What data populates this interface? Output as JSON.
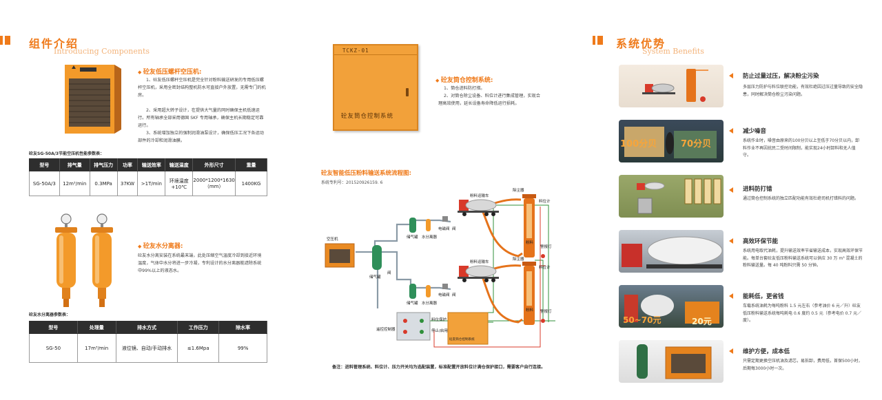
{
  "left": {
    "title": "组件介绍",
    "subtitle": "Introducing Components",
    "compressor": {
      "heading": "砼友低压螺杆空压机:",
      "paragraphs": [
        "1、砼友低压螺杆空压机是完全针对粉料输送研发的专用低压螺杆空压机，采用全密封结构整机防水可直接户外放置，无需专门的机房。",
        "2、采用超大转子设计，在提供大气量的同时确保主机低速运行。所有轴承全部采用德国 SKF 专用轴承，确保主机长期稳定可靠运行。",
        "3、系统增加独立的强制润滑油泵设计，确保低压工况下各运动部件的冷却和润滑油膜。"
      ],
      "table_caption": "砼友SG-50A/3节能空压机性能参数表：",
      "table_headers": [
        "型号",
        "排气量",
        "排气压力",
        "功率",
        "输送效率",
        "输送温度",
        "外形尺寸",
        "重量"
      ],
      "table_row": [
        "SG-50A/3",
        "12m³/min",
        "0.3MPa",
        "37KW",
        ">1T/min",
        "环境温度+10℃",
        "2000*1200*1630（mm）",
        "1400KG"
      ]
    },
    "separator": {
      "heading": "砼友水分离器:",
      "paragraphs": [
        "砼友水分离安装在系统最末端，此处压缩空气温度冷却到接近环境温度，气体中水分将进一步冷凝，专利设计的水分离器能滤除系统中99%以上的液态水。"
      ],
      "table_caption": "砼友水分离器参数表：",
      "table_headers": [
        "型号",
        "处理量",
        "排水方式",
        "工作压力",
        "除水率"
      ],
      "table_row": [
        "SG-50",
        "17m³/min",
        "液位镜、自动/手动排水",
        "≤1.6Mpa",
        "99%"
      ]
    }
  },
  "middle": {
    "panel_code": "TCKZ-01",
    "panel_label": "砼友筒仓控制系统",
    "silo": {
      "heading": "砼友筒仓控制系统:",
      "paragraphs": [
        "1、筒仓进料防打措。",
        "2、对筒仓除尘设备、料位计进行集成管理，实现合理高效使用，延长设备寿命降低运行损耗。"
      ]
    },
    "flow_title": "砼友智能低压粉料输送系统流程图:",
    "patent": "系统专利号：201520926159. 6",
    "labels": {
      "compressor": "空压机",
      "air_tank": "储气罐",
      "valve": "阀",
      "water_sep": "水分离器",
      "solenoid": "电磁阀",
      "truck": "粉料运输车",
      "dust": "除尘器",
      "level": "料位计",
      "alarm": "警报灯",
      "powder": "粉料",
      "remote": "遥控控制器",
      "protect": "料位保护",
      "stop": "停止/启用",
      "ctrl_box": "砼友筒仓控制系统"
    },
    "note": "备注：进料管理系统、料位计、压力开关均为选配装置，标准配置开放料位计满仓保护接口，需要客户自行连接。"
  },
  "right": {
    "title": "系统优势",
    "subtitle": "System Benefits",
    "benefits": [
      {
        "title": "防止过量过压，解决粉尘污染",
        "text": "多层压力防护与料位联控功能，有效杜绝因过压过量导致的安全隐患，同时解决筒仓粉尘污染问题。",
        "img_texts": []
      },
      {
        "title": "减少噪音",
        "text": "系统作业时，噪音由原来的100分贝以上至低于70分贝以内，卸料作业不再因扰民二受时间限制，能实现24小时卸料和无人值守。",
        "img_texts": [
          "100分贝",
          "70分贝"
        ]
      },
      {
        "title": "进料防打错",
        "text": "通过筒仓控制系统的独立匹配功能有效杜绝司机打错料的问题。",
        "img_texts": []
      },
      {
        "title": "高效环保节能",
        "text": "系统用电取代油耗，提升输送效率节省输送成本，实现高效环保节能。每单台套砼友低压粉料输送系统可以供应 30 万 m³ 混凝土的粉料输送量。每 40 吨粉料只需 50 分钟。",
        "img_texts": []
      },
      {
        "title": "能耗低，更省钱",
        "text": "车载系统油耗为每吨粉料 1.5 元左右（参考油价 6 元／升）砼友低压粉料输送系统每吨耗电 0.6 度约 0.5 元（参考电价 0.7 元／度）。",
        "img_texts": [
          "50~70元",
          "20元"
        ]
      },
      {
        "title": "维护方便，成本低",
        "text": "只需定期更换空压机油及滤芯，易拆卸，费用低，首保500小时，后期每3000小时一次。",
        "img_texts": []
      }
    ]
  },
  "colors": {
    "accent": "#ef7a1a",
    "dark": "#2e2e2e"
  }
}
